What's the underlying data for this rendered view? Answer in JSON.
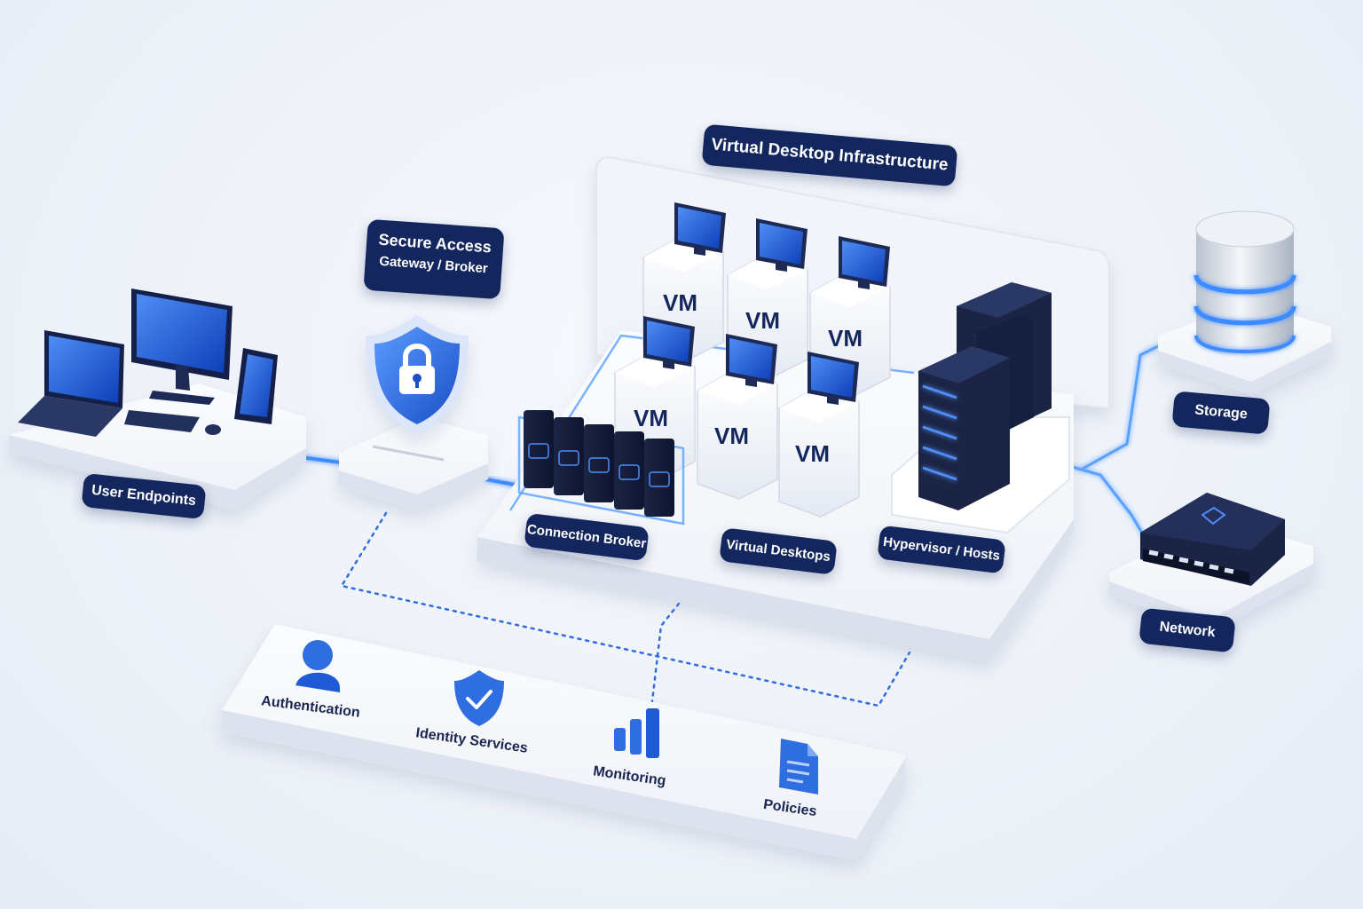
{
  "labels": {
    "vdi_title": "Virtual Desktop Infrastructure",
    "gateway_line1": "Secure Access",
    "gateway_line2": "Gateway / Broker",
    "user_endpoints": "User Endpoints",
    "connection_broker": "Connection Broker",
    "virtual_desktops": "Virtual Desktops",
    "hypervisor_hosts": "Hypervisor / Hosts",
    "storage": "Storage",
    "network": "Network"
  },
  "vm_label": "VM",
  "vms": [
    {
      "label": "VM"
    },
    {
      "label": "VM"
    },
    {
      "label": "VM"
    },
    {
      "label": "VM"
    },
    {
      "label": "VM"
    },
    {
      "label": "VM"
    }
  ],
  "services": [
    {
      "label": "Authentication",
      "icon": "user-icon"
    },
    {
      "label": "Identity Services",
      "icon": "shield-check-icon"
    },
    {
      "label": "Monitoring",
      "icon": "bar-chart-icon"
    },
    {
      "label": "Policies",
      "icon": "document-icon"
    }
  ],
  "colors": {
    "navy": "#13275e",
    "accent_blue": "#2f6ee0",
    "glow_blue": "#3d8bff",
    "platform": "#f4f6fa"
  }
}
